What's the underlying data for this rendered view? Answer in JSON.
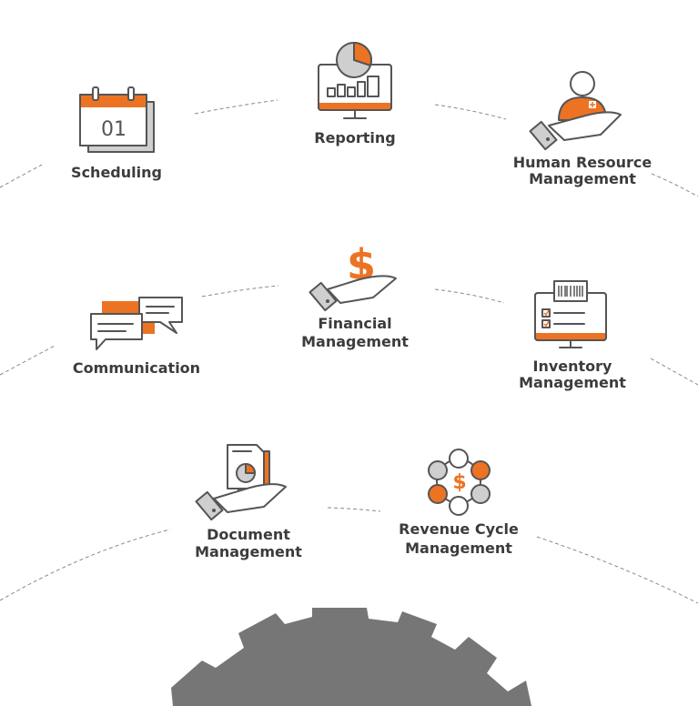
{
  "modules": {
    "reporting": {
      "label": "Reporting"
    },
    "scheduling": {
      "label": "Scheduling"
    },
    "human_resource": {
      "line1": "Human Resource",
      "line2": "Management"
    },
    "financial": {
      "line1": "Financial",
      "line2": "Management"
    },
    "communication": {
      "label": "Communication"
    },
    "inventory": {
      "line1": "Inventory",
      "line2": "Management"
    },
    "document": {
      "line1": "Document",
      "line2": "Management"
    },
    "revenue_cycle": {
      "line1": "Revenue Cycle",
      "line2": "Management"
    },
    "calendar_day": "01",
    "revenue_symbol": "$",
    "financial_symbol": "$"
  },
  "colors": {
    "accent": "#ec7323",
    "outline": "#555555",
    "gear": "#767676",
    "text": "#3c3c3c"
  }
}
